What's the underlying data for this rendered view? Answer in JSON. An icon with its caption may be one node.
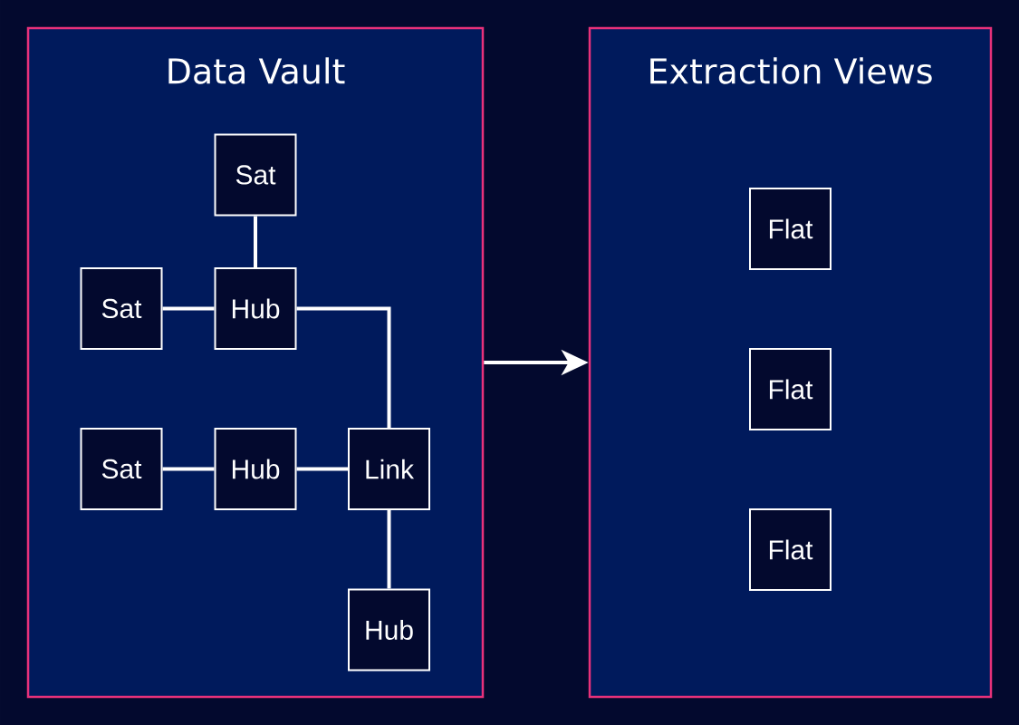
{
  "diagram": {
    "nodes": [
      {
        "text": [
          "Data Vault"
        ]
      },
      {
        "text": [
          "Sat"
        ],
        "in": 0
      },
      {
        "text": [
          "Sat"
        ],
        "in": 0
      },
      {
        "text": [
          "Hub"
        ],
        "in": 0
      },
      {
        "text": [
          "Sat"
        ],
        "in": 0
      },
      {
        "text": [
          "Hub"
        ],
        "in": 0
      },
      {
        "text": [
          "Link"
        ],
        "in": 0
      },
      {
        "text": [
          "Hub"
        ],
        "in": 0
      },
      {
        "text": [
          "Extraction Views"
        ]
      },
      {
        "text": [
          "Flat"
        ],
        "in": 8
      },
      {
        "text": [
          "Flat"
        ],
        "in": 8
      },
      {
        "text": [
          "Flat"
        ],
        "in": 8
      }
    ],
    "edges": [
      {
        "from": 1,
        "to": 3,
        "arrow": "none"
      },
      {
        "from": 2,
        "to": 3,
        "arrow": "none"
      },
      {
        "from": 3,
        "to": 6,
        "arrow": "none"
      },
      {
        "from": 4,
        "to": 5,
        "arrow": "none"
      },
      {
        "from": 5,
        "to": 6,
        "arrow": "none"
      },
      {
        "from": 6,
        "to": 7,
        "arrow": "none"
      },
      {
        "from": 0,
        "to": 8,
        "arrow": "to"
      }
    ]
  }
}
